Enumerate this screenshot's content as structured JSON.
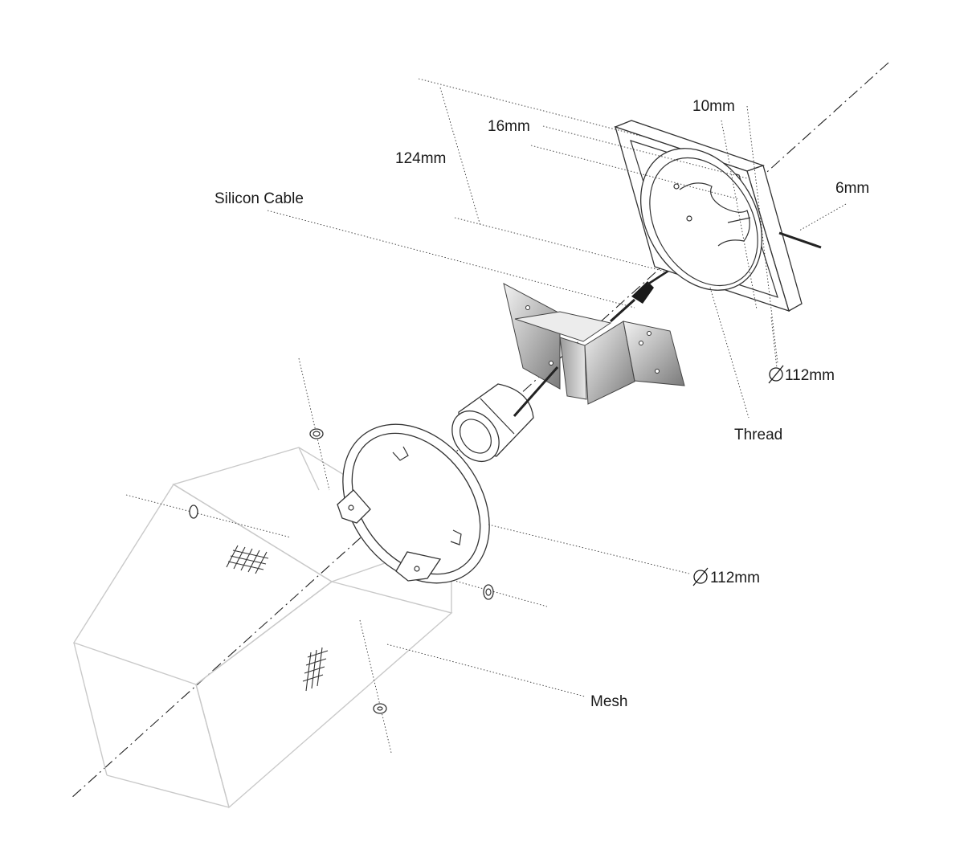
{
  "labels": {
    "dim_10": "10mm",
    "dim_16": "16mm",
    "dim_124": "124mm",
    "dim_6": "6mm",
    "silicon_cable": "Silicon Cable",
    "diameter_top": "112mm",
    "thread": "Thread",
    "diameter_ring": "112mm",
    "mesh": "Mesh"
  },
  "colors": {
    "line": "#333333",
    "box_outline": "#c9c9c9",
    "bracket_light": "#d4d4d4",
    "bracket_dark": "#7a7a7a"
  },
  "icons": {
    "diameter_symbol": "diameter-icon"
  }
}
